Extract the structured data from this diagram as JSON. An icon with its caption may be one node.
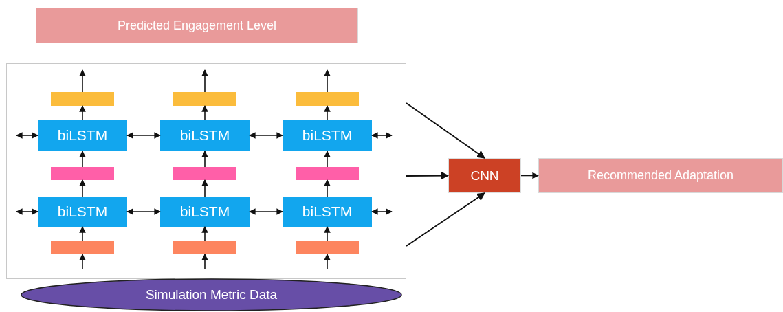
{
  "diagram": {
    "nodes": [
      {
        "text": [
          "Predicted Engagement Level"
        ]
      },
      {
        "text": [],
        "shape": "box"
      },
      {
        "text": [],
        "shape": "bar",
        "in": 1
      },
      {
        "text": [],
        "shape": "bar",
        "in": 1
      },
      {
        "text": [],
        "shape": "bar",
        "in": 1
      },
      {
        "text": [
          "biLSTM"
        ],
        "in": 1
      },
      {
        "text": [
          "biLSTM"
        ],
        "in": 1
      },
      {
        "text": [
          "biLSTM"
        ],
        "in": 1
      },
      {
        "text": [],
        "shape": "bar",
        "in": 1
      },
      {
        "text": [],
        "shape": "bar",
        "in": 1
      },
      {
        "text": [],
        "shape": "bar",
        "in": 1
      },
      {
        "text": [
          "biLSTM"
        ],
        "in": 1
      },
      {
        "text": [
          "biLSTM"
        ],
        "in": 1
      },
      {
        "text": [
          "biLSTM"
        ],
        "in": 1
      },
      {
        "text": [],
        "shape": "bar",
        "in": 1
      },
      {
        "text": [],
        "shape": "bar",
        "in": 1
      },
      {
        "text": [],
        "shape": "bar",
        "in": 1
      },
      {
        "text": [
          "CNN"
        ]
      },
      {
        "text": [
          "Recommended Adaptation"
        ]
      },
      {
        "text": [
          "Simulation Metric Data"
        ]
      }
    ],
    "edges": [
      {
        "from": null,
        "to": 14,
        "arrow": "to"
      },
      {
        "from": null,
        "to": 15,
        "arrow": "to"
      },
      {
        "from": null,
        "to": 16,
        "arrow": "to"
      },
      {
        "from": 14,
        "to": 11,
        "arrow": "to"
      },
      {
        "from": 15,
        "to": 12,
        "arrow": "to"
      },
      {
        "from": 16,
        "to": 13,
        "arrow": "to"
      },
      {
        "from": 11,
        "to": 8,
        "arrow": "to"
      },
      {
        "from": 12,
        "to": 9,
        "arrow": "to"
      },
      {
        "from": 13,
        "to": 10,
        "arrow": "to"
      },
      {
        "from": 8,
        "to": 5,
        "arrow": "to"
      },
      {
        "from": 9,
        "to": 6,
        "arrow": "to"
      },
      {
        "from": 10,
        "to": 7,
        "arrow": "to"
      },
      {
        "from": 5,
        "to": 2,
        "arrow": "to"
      },
      {
        "from": 6,
        "to": 3,
        "arrow": "to"
      },
      {
        "from": 7,
        "to": 4,
        "arrow": "to"
      },
      {
        "from": 2,
        "to": null,
        "arrow": "to"
      },
      {
        "from": 3,
        "to": null,
        "arrow": "to"
      },
      {
        "from": 4,
        "to": null,
        "arrow": "to"
      },
      {
        "from": null,
        "to": 5,
        "arrow": "both"
      },
      {
        "from": 5,
        "to": 6,
        "arrow": "both"
      },
      {
        "from": 6,
        "to": 7,
        "arrow": "both"
      },
      {
        "from": 7,
        "to": null,
        "arrow": "both"
      },
      {
        "from": null,
        "to": 11,
        "arrow": "both"
      },
      {
        "from": 11,
        "to": 12,
        "arrow": "both"
      },
      {
        "from": 12,
        "to": 13,
        "arrow": "both"
      },
      {
        "from": 13,
        "to": null,
        "arrow": "both"
      },
      {
        "from": 1,
        "to": 17,
        "arrow": "to"
      },
      {
        "from": 1,
        "to": 17,
        "arrow": "to"
      },
      {
        "from": 1,
        "to": 17,
        "arrow": "to"
      },
      {
        "from": 17,
        "to": 18,
        "arrow": "to"
      }
    ]
  }
}
